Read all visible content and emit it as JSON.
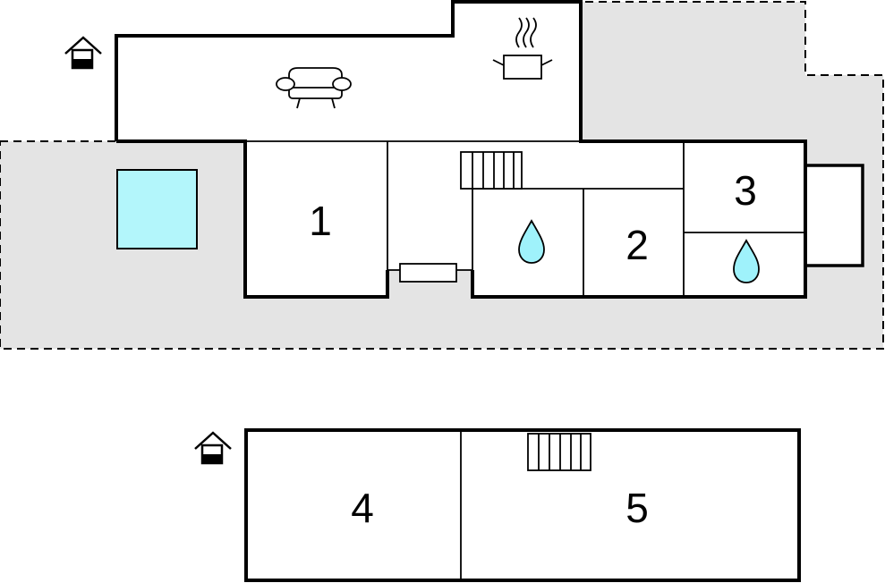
{
  "colors": {
    "wall": "#000000",
    "outdoor_area": "#e4e4e4",
    "pool": "#b3f6fb",
    "water": "#9ff2fb",
    "interior": "#ffffff"
  },
  "icons": {
    "floor_level_marker": "house-level-icon",
    "living_area": "sofa-icon",
    "kitchen": "cooking-pot-icon",
    "stairs": "stairs-icon",
    "bathroom": "water-drop-icon",
    "pool": "pool-icon",
    "heater": "radiator-icon"
  },
  "floors": {
    "upper": {
      "rooms": [
        {
          "label": "1"
        },
        {
          "label": "2"
        },
        {
          "label": "3"
        }
      ]
    },
    "lower": {
      "rooms": [
        {
          "label": "4"
        },
        {
          "label": "5"
        }
      ]
    }
  }
}
